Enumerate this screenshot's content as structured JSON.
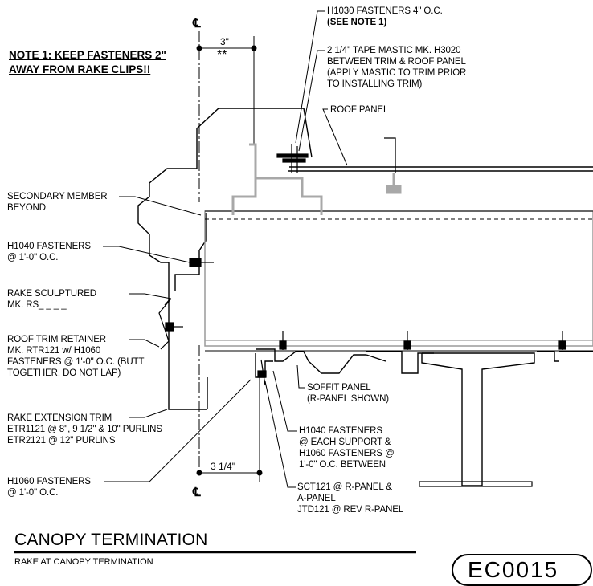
{
  "notes": {
    "note1_line1": "NOTE 1: KEEP FASTENERS 2\"",
    "note1_line2": "AWAY FROM RAKE CLIPS!!"
  },
  "dimensions": {
    "top_dim": "3\"",
    "top_dim_mark": "**",
    "bottom_dim": "3 1/4\"",
    "centerline_symbol": "℄"
  },
  "callouts": {
    "h1030": [
      "H1030 FASTENERS 4\" O.C.",
      "(SEE NOTE 1)"
    ],
    "mastic": [
      "2 1/4\" TAPE MASTIC MK. H3020",
      "BETWEEN TRIM & ROOF PANEL",
      "(APPLY MASTIC TO TRIM PRIOR",
      "TO INSTALLING TRIM)"
    ],
    "roof_panel": "ROOF PANEL",
    "secondary": [
      "SECONDARY MEMBER",
      "BEYOND"
    ],
    "h1040_left": [
      "H1040  FASTENERS",
      "@ 1'-0\" O.C."
    ],
    "rake_sculptured": [
      "RAKE SCULPTURED",
      "MK. RS_ _ _ _"
    ],
    "roof_trim": [
      "ROOF TRIM RETAINER",
      "MK. RTR121 w/ H1060",
      "FASTENERS @ 1'-0\" O.C. (BUTT",
      "TOGETHER, DO NOT LAP)"
    ],
    "rake_ext": [
      "RAKE EXTENSION TRIM",
      "ETR1121 @ 8\", 9 1/2\" & 10\" PURLINS",
      "ETR2121 @ 12\" PURLINS"
    ],
    "h1060_left": [
      "H1060 FASTENERS",
      "@ 1'-0\" O.C."
    ],
    "soffit": [
      "SOFFIT PANEL",
      "(R-PANEL SHOWN)"
    ],
    "h1040_mid": [
      "H1040  FASTENERS",
      "@ EACH SUPPORT &",
      "H1060  FASTENERS @",
      "1'-0\" O.C. BETWEEN"
    ],
    "sct121": [
      "SCT121 @ R-PANEL &",
      "A-PANEL",
      "JTD121 @ REV R-PANEL"
    ]
  },
  "title": {
    "main": "CANOPY TERMINATION",
    "sub": "RAKE AT CANOPY TERMINATION",
    "code": "EC0015"
  }
}
